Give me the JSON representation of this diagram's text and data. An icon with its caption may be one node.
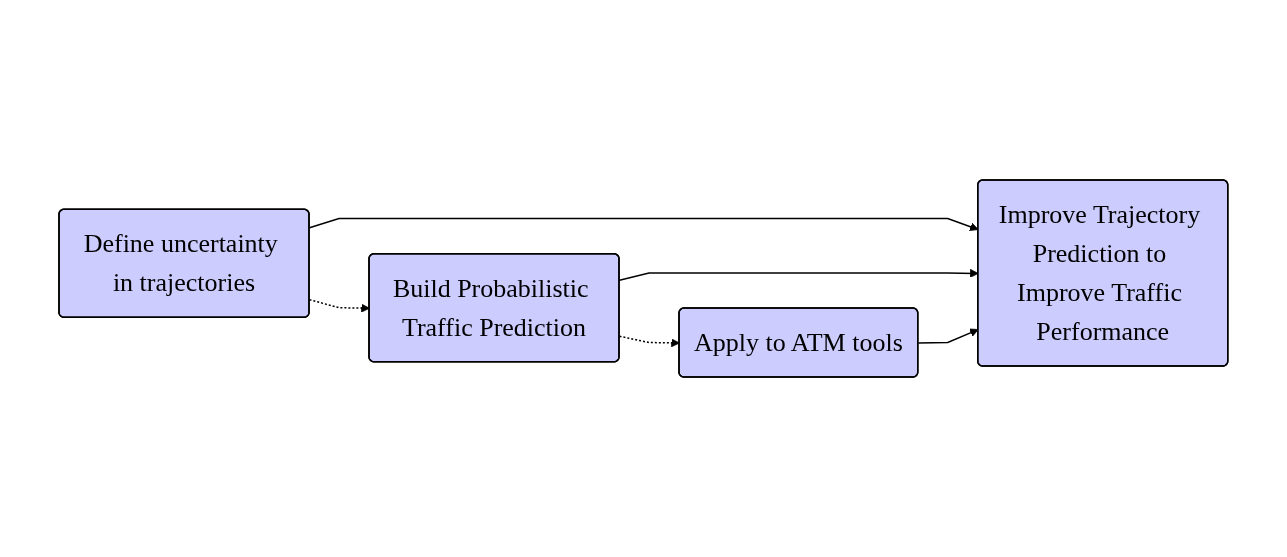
{
  "diagram": {
    "nodes": [
      {
        "text": [
          "Define uncertainty in trajectories"
        ]
      },
      {
        "text": [
          "Build Probabilistic Traffic Prediction"
        ]
      },
      {
        "text": [
          "Apply to ATM tools"
        ]
      },
      {
        "text": [
          "Improve Trajectory Prediction to Improve Traffic Performance"
        ]
      }
    ],
    "edges": [
      {
        "from": 0,
        "to": 1,
        "arrow": "to",
        "style": "dashed"
      },
      {
        "from": 1,
        "to": 2,
        "arrow": "to",
        "style": "dashed"
      },
      {
        "from": 0,
        "to": 3,
        "arrow": "to"
      },
      {
        "from": 1,
        "to": 3,
        "arrow": "to"
      },
      {
        "from": 2,
        "to": 3,
        "arrow": "to"
      }
    ]
  }
}
